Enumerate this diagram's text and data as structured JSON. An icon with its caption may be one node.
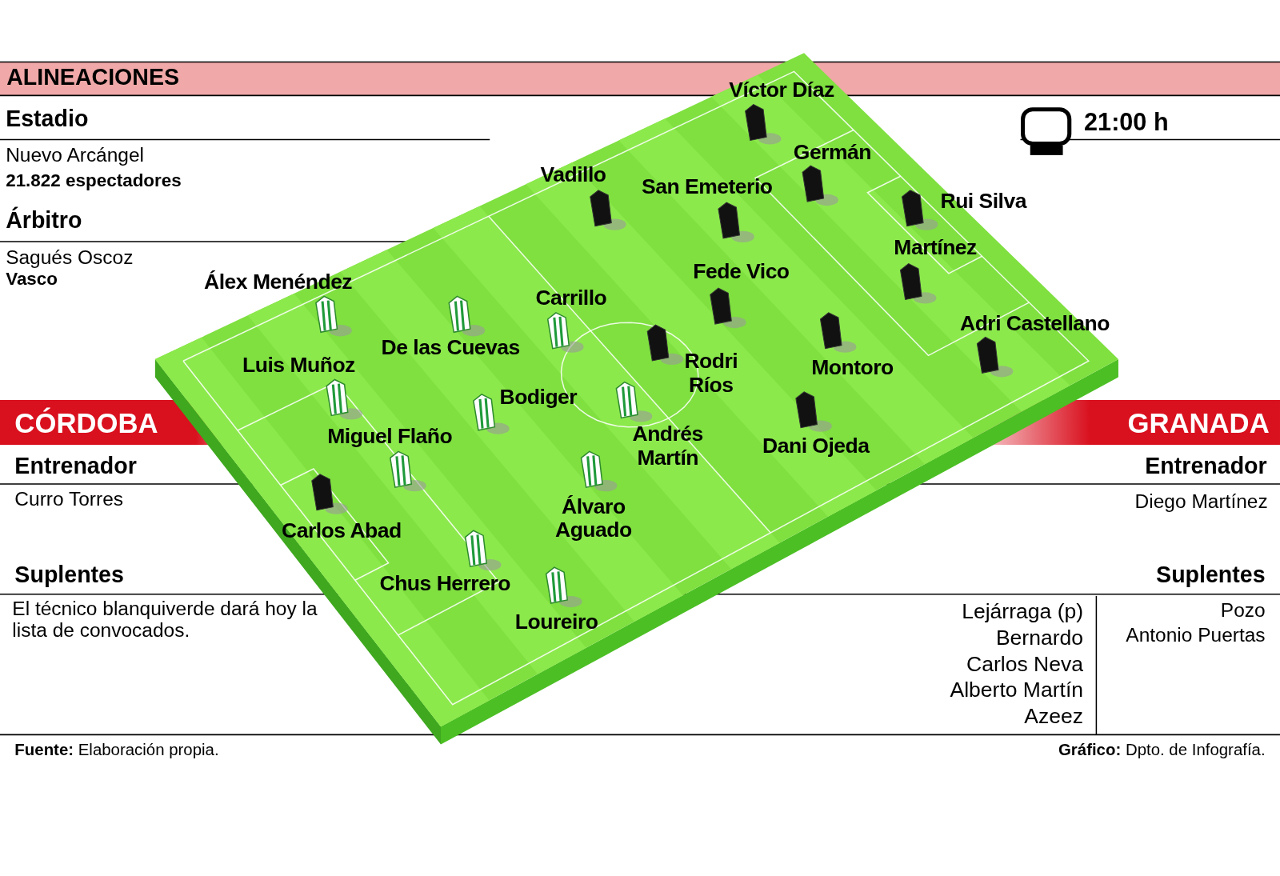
{
  "diagram": {
    "title": "ALINEACIONES",
    "labels": [
      "Estadio",
      "Nuevo Arcángel",
      "21.822 espectadores",
      "Árbitro",
      "Sagués Oscoz",
      "Vasco",
      "21:00 h",
      "CÓRDOBA",
      "GRANADA",
      "Entrenador",
      "Curro Torres",
      "Entrenador",
      "Diego Martínez",
      "Suplentes",
      "El técnico blanquiverde dará hoy la lista de convocados.",
      "Suplentes",
      "Lejárraga (p)",
      "Bernardo",
      "Carlos Neva",
      "Alberto Martín",
      "Azeez",
      "Pozo",
      "Antonio Puertas",
      "Víctor Díaz",
      "Germán",
      "Vadillo",
      "San Emeterio",
      "Rui Silva",
      "Martínez",
      "Fede Vico",
      "Carrillo",
      "Álex Menéndez",
      "Adri Castellano",
      "De las Cuevas",
      "Luis Muñoz",
      "Rodri Ríos",
      "Montoro",
      "Bodiger",
      "Andrés Martín",
      "Dani Ojeda",
      "Miguel Flaño",
      "Álvaro Aguado",
      "Carlos Abad",
      "Chus Herrero",
      "Loureiro",
      "**Fuente:** Elaboración propia.",
      "**Gráfico:** Dpto. de Infografía."
    ]
  }
}
